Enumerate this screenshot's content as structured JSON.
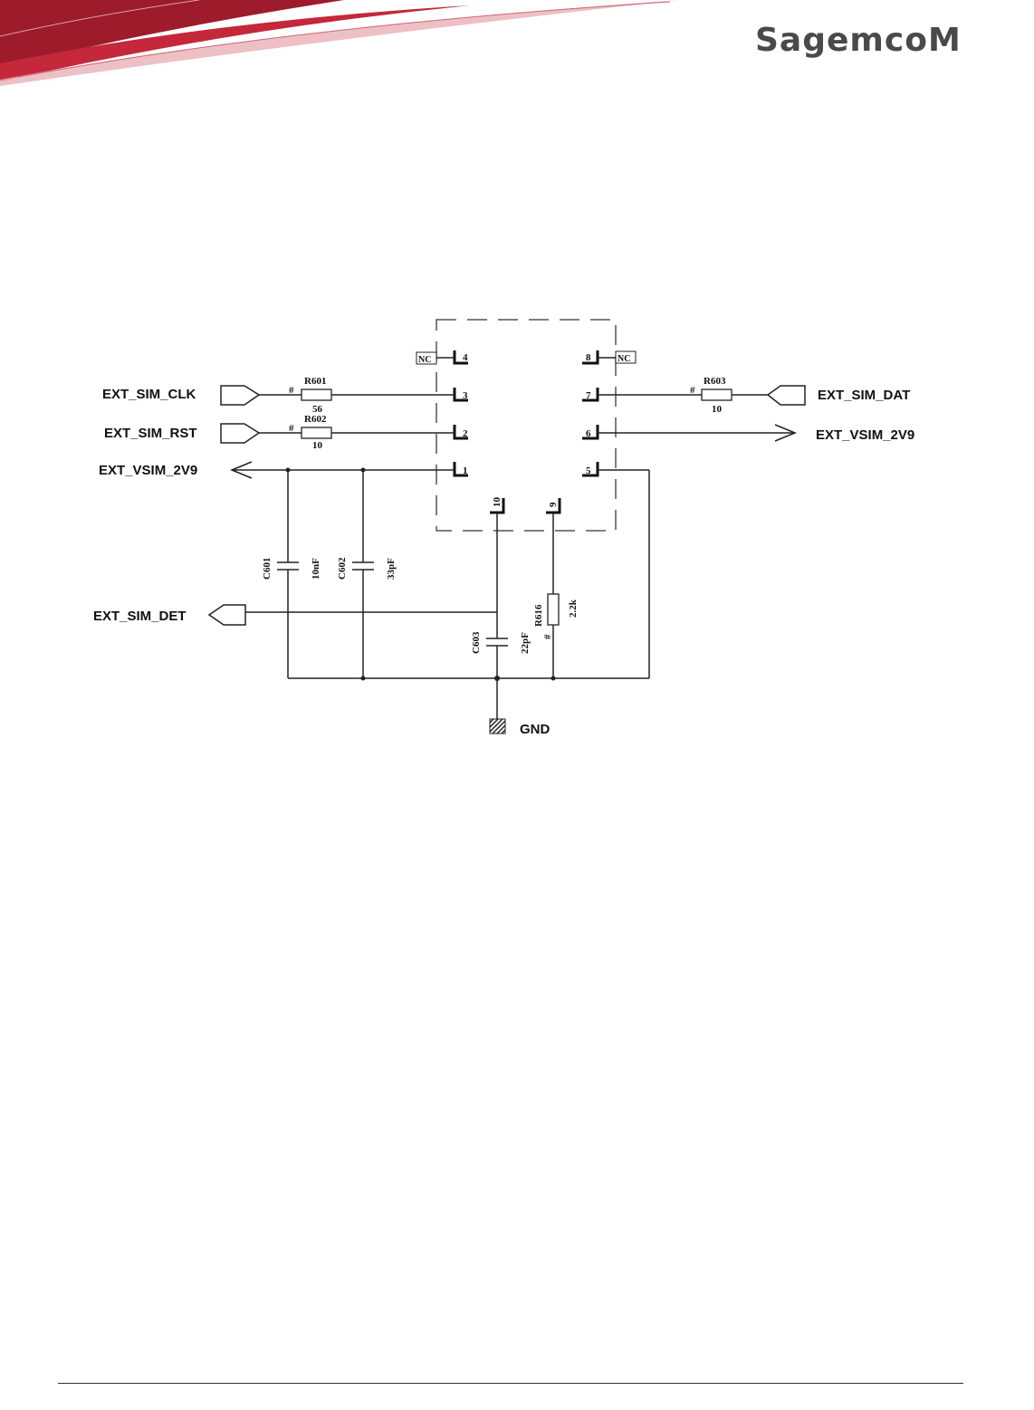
{
  "header": {
    "brand": "SagemcoM",
    "colors": {
      "swoosh_dark": "#9e1b2b",
      "swoosh_mid": "#c4283a",
      "swoosh_light": "#e8b0b6",
      "logo": "#4a4a4a"
    }
  },
  "schematic": {
    "nets": {
      "clk": "EXT_SIM_CLK",
      "rst": "EXT_SIM_RST",
      "vsim_left": "EXT_VSIM_2V9",
      "det": "EXT_SIM_DET",
      "dat": "EXT_SIM_DAT",
      "vsim_right": "EXT_VSIM_2V9",
      "gnd": "GND"
    },
    "components": {
      "r601": {
        "ref": "R601",
        "value": "56"
      },
      "r602": {
        "ref": "R602",
        "value": "10"
      },
      "r603": {
        "ref": "R603",
        "value": "10"
      },
      "r616": {
        "ref": "R616",
        "value": "2.2k"
      },
      "c601": {
        "ref": "C601",
        "value": "10nF"
      },
      "c602": {
        "ref": "C602",
        "value": "33pF"
      },
      "c603": {
        "ref": "C603",
        "value": "22pF"
      }
    },
    "hash_marks": {
      "r601": "#",
      "r602": "#",
      "r603": "#",
      "r616": "#"
    },
    "nc_labels": {
      "left": "NC",
      "right": "NC"
    },
    "pins": {
      "p1": "1",
      "p2": "2",
      "p3": "3",
      "p4": "4",
      "p5": "5",
      "p6": "6",
      "p7": "7",
      "p8": "8",
      "p9": "9",
      "p10": "10"
    }
  }
}
